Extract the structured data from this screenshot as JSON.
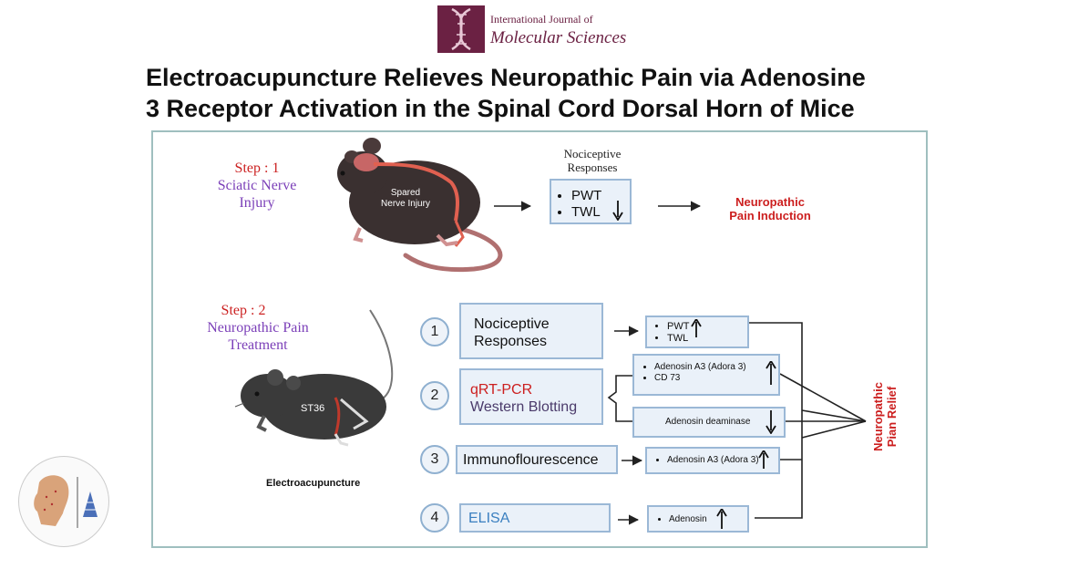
{
  "journal": {
    "line1": "International Journal of",
    "line2": "Molecular Sciences",
    "color": "#6b2143"
  },
  "title": {
    "line1": "Electroacupuncture Relieves Neuropathic Pain via Adenosine",
    "line2": "3 Receptor Activation in the Spinal Cord Dorsal Horn of Mice"
  },
  "step1": {
    "label": "Step : 1",
    "desc_line1": "Sciatic Nerve",
    "desc_line2": "Injury",
    "mouse_label_line1": "Spared",
    "mouse_label_line2": "Nerve Injury",
    "responses_title_line1": "Nociceptive",
    "responses_title_line2": "Responses",
    "responses": [
      "PWT",
      "TWL"
    ],
    "outcome_line1": "Neuropathic",
    "outcome_line2": "Pain Induction"
  },
  "step2": {
    "label": "Step : 2",
    "desc_line1": "Neuropathic Pain",
    "desc_line2": "Treatment",
    "mouse_point": "ST36",
    "method": "Electroacupuncture",
    "rows": [
      {
        "num": "1",
        "line1": "Nociceptive",
        "line2": "Responses"
      },
      {
        "num": "2",
        "line1": "qRT-PCR",
        "line2": "Western Blotting"
      },
      {
        "num": "3",
        "line1": "Immunoflourescence"
      },
      {
        "num": "4",
        "line1": "ELISA"
      }
    ],
    "results": {
      "r1": [
        "PWT",
        "TWL"
      ],
      "r2a": [
        "Adenosin A3 (Adora 3)",
        "CD 73"
      ],
      "r2b": "Adenosin deaminase",
      "r3": "Adenosin A3 (Adora 3)",
      "r4": "Adenosin"
    },
    "outcome_line1": "Neuropathic",
    "outcome_line2": "Pian Relief"
  },
  "colors": {
    "red": "#cc1f1f",
    "purple": "#7b3fb8",
    "box_border": "#9bb8d6",
    "box_fill": "#eaf1f9",
    "frame": "#9fbfbf",
    "blue_text": "#3a7fc0"
  }
}
